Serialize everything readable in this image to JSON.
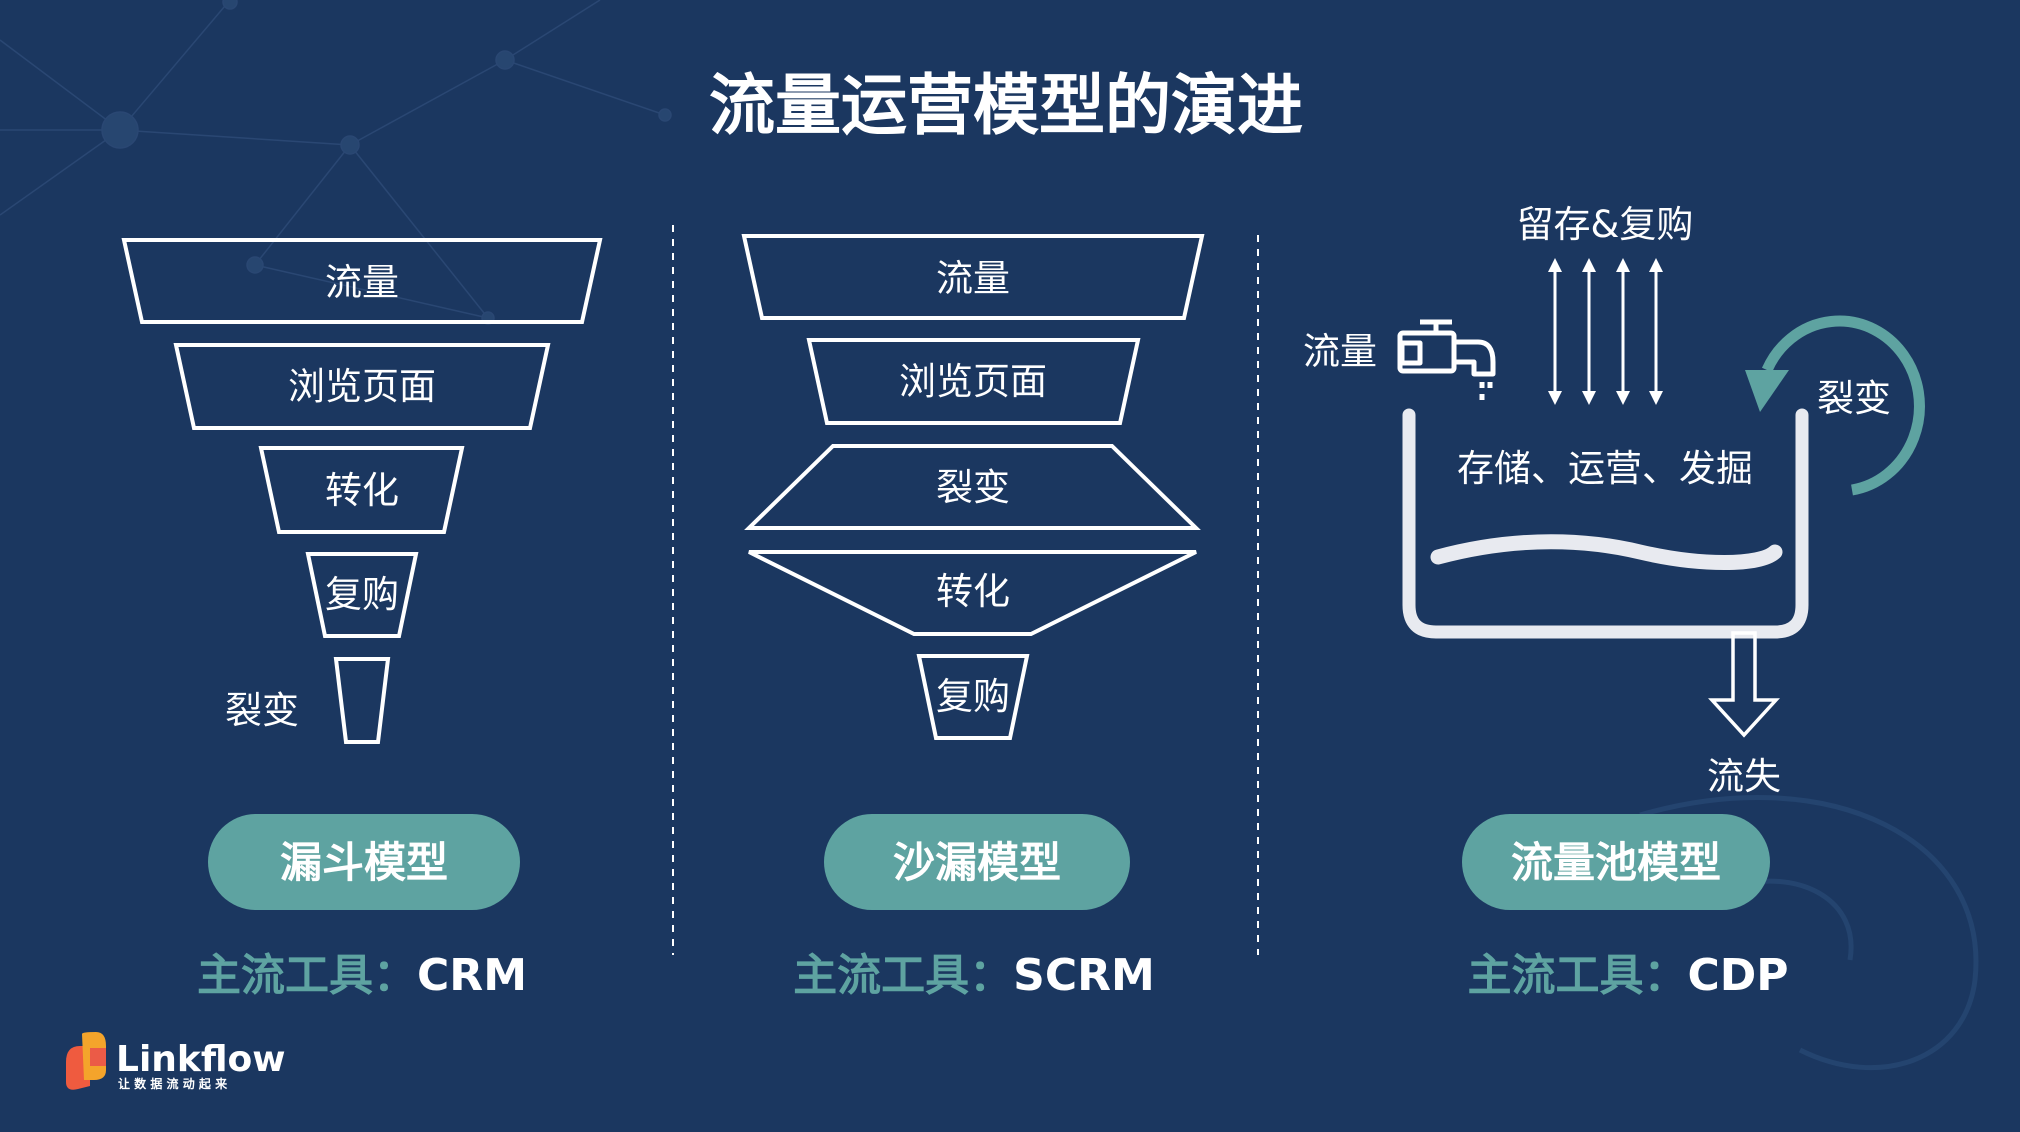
{
  "title": "流量运营模型的演进",
  "colors": {
    "background": "#1b3760",
    "accent": "#5ea3a1",
    "text": "#ffffff"
  },
  "funnel": {
    "stages": [
      "流量",
      "浏览页面",
      "转化",
      "复购"
    ],
    "extra_label": "裂变",
    "model_label": "漏斗模型",
    "tool_prefix": "主流工具：",
    "tool_name": "CRM"
  },
  "hourglass": {
    "stages": [
      "流量",
      "浏览页面",
      "裂变",
      "转化",
      "复购"
    ],
    "model_label": "沙漏模型",
    "tool_prefix": "主流工具：",
    "tool_name": "SCRM"
  },
  "pool": {
    "inflow_label": "流量",
    "retention_label": "留存&复购",
    "cycle_label": "裂变",
    "pool_text": "存储、运营、发掘",
    "outflow_label": "流失",
    "model_label": "流量池模型",
    "tool_prefix": "主流工具：",
    "tool_name": "CDP"
  },
  "logo": {
    "brand": "Linkflow",
    "tagline": "让 数 据 流 动 起 来"
  }
}
